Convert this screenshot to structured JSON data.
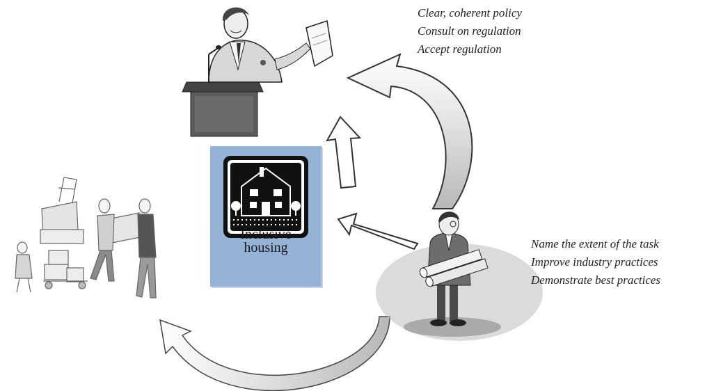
{
  "policy_actions": [
    "Clear, coherent policy",
    "Consult on regulation",
    "Accept regulation"
  ],
  "industry_actions": [
    "Name the extent of the task",
    "Improve industry practices",
    "Demonstrate best practices"
  ],
  "center": {
    "line1": "Inclusive",
    "line2": "housing",
    "background": "#95b3d7"
  },
  "figures": {
    "government": "politician-at-podium-icon",
    "industry": "architect-with-plans-icon",
    "community": "family-moving-furniture-icon"
  },
  "colors": {
    "arrow_fill": "#ffffff",
    "arrow_stroke": "#333333",
    "arrow_fade": "#b8b8b8",
    "text": "#222222"
  }
}
